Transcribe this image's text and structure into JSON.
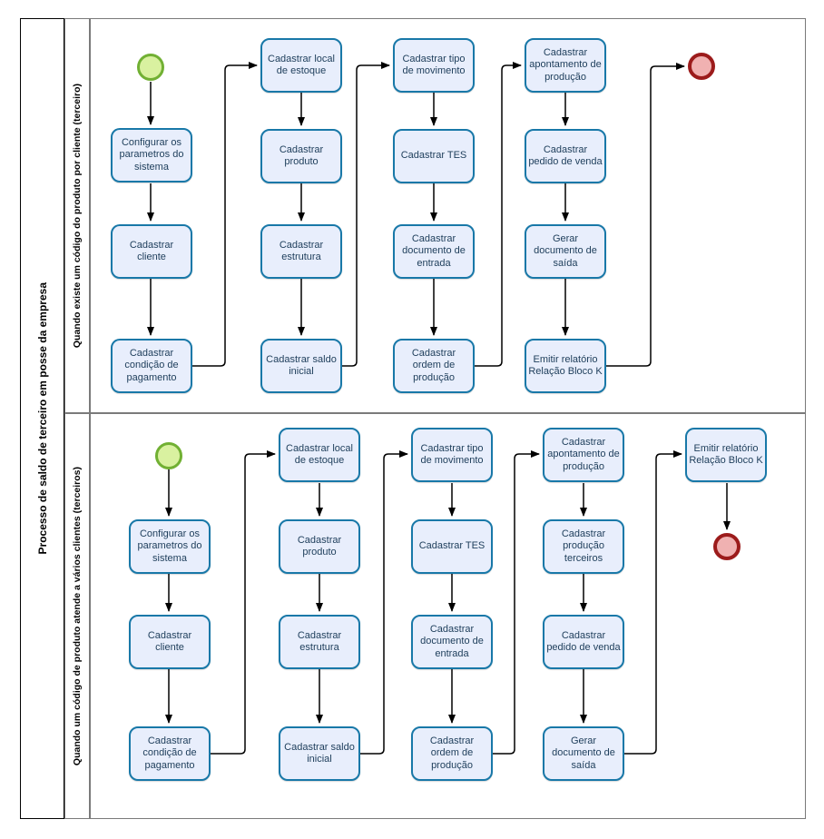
{
  "diagram": {
    "pool_title": "Processo de saldo de terceiro em posse da empresa",
    "colors": {
      "task_fill": "#e8eefc",
      "task_border": "#1878a8",
      "start_fill": "#d9f1a0",
      "start_border": "#71b033",
      "end_fill": "#f0b1b1",
      "end_border": "#9c1b1b"
    },
    "lanes": [
      {
        "label": "Quando existe um código do produto por cliente (terceiro)",
        "tasks": [
          "Configurar os parametros do sistema",
          "Cadastrar cliente",
          "Cadastrar condição de pagamento",
          "Cadastrar local de estoque",
          "Cadastrar produto",
          "Cadastrar estrutura",
          "Cadastrar saldo inicial",
          "Cadastrar tipo de movimento",
          "Cadastrar TES",
          "Cadastrar documento de entrada",
          "Cadastrar ordem de produção",
          "Cadastrar apontamento de produção",
          "Cadastrar pedido de venda",
          "Gerar documento de saída",
          "Emitir relatório Relação Bloco K"
        ]
      },
      {
        "label": "Quando um código de produto atende a vários clientes (terceiros)",
        "tasks": [
          "Configurar os parametros do sistema",
          "Cadastrar cliente",
          "Cadastrar condição de pagamento",
          "Cadastrar local de estoque",
          "Cadastrar produto",
          "Cadastrar estrutura",
          "Cadastrar saldo inicial",
          "Cadastrar tipo de movimento",
          "Cadastrar TES",
          "Cadastrar documento de entrada",
          "Cadastrar ordem de produção",
          "Cadastrar apontamento de produção",
          "Cadastrar produção terceiros",
          "Cadastrar pedido de venda",
          "Gerar documento de saída",
          "Emitir relatório Relação Bloco K"
        ]
      }
    ]
  }
}
